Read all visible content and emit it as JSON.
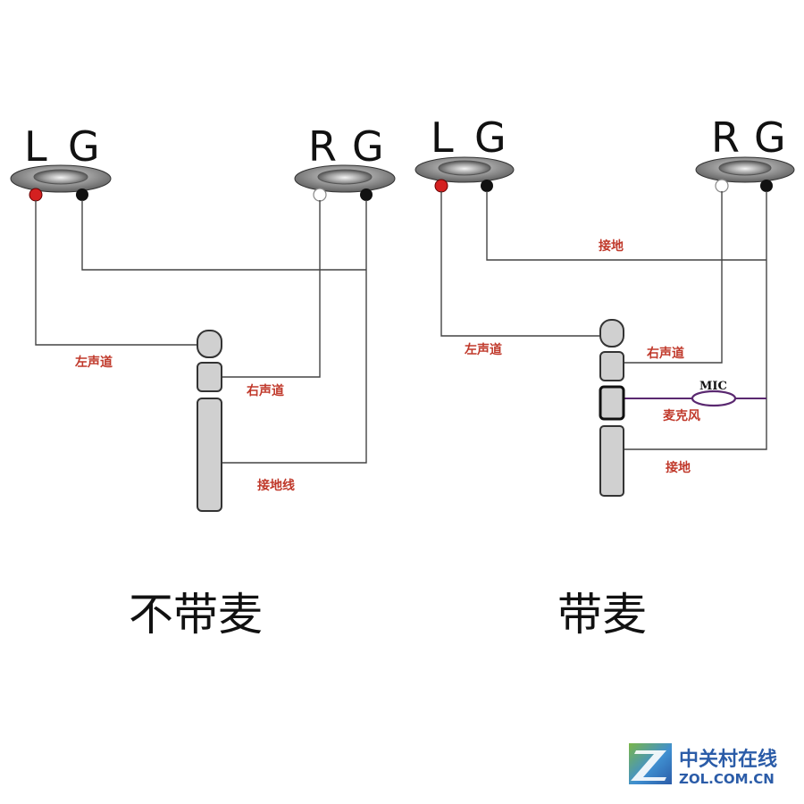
{
  "left_diagram": {
    "speaker_left": {
      "letters": [
        "L",
        "G"
      ]
    },
    "speaker_right": {
      "letters": [
        "R",
        "G"
      ]
    },
    "labels": {
      "left_channel": "左声道",
      "right_channel": "右声道",
      "ground_wire": "接地线"
    },
    "caption": "不带麦"
  },
  "right_diagram": {
    "speaker_left": {
      "letters": [
        "L",
        "G"
      ]
    },
    "speaker_right": {
      "letters": [
        "R",
        "G"
      ]
    },
    "labels": {
      "ground_top": "接地",
      "left_channel": "左声道",
      "right_channel": "右声道",
      "mic_tag": "MIC",
      "microphone": "麦克风",
      "ground_bottom": "接地"
    },
    "caption": "带麦"
  },
  "watermark": {
    "name_cn": "中关村在线",
    "domain": "ZOL.COM.CN"
  },
  "colors": {
    "left_terminal": "#d42020",
    "ground_terminal": "#111111",
    "right_terminal": "#ffffff",
    "label_red": "#c0392b",
    "mic_wire": "#5a2870",
    "logo_blue": "#2b5ca8",
    "logo_green": "#7ab648"
  }
}
